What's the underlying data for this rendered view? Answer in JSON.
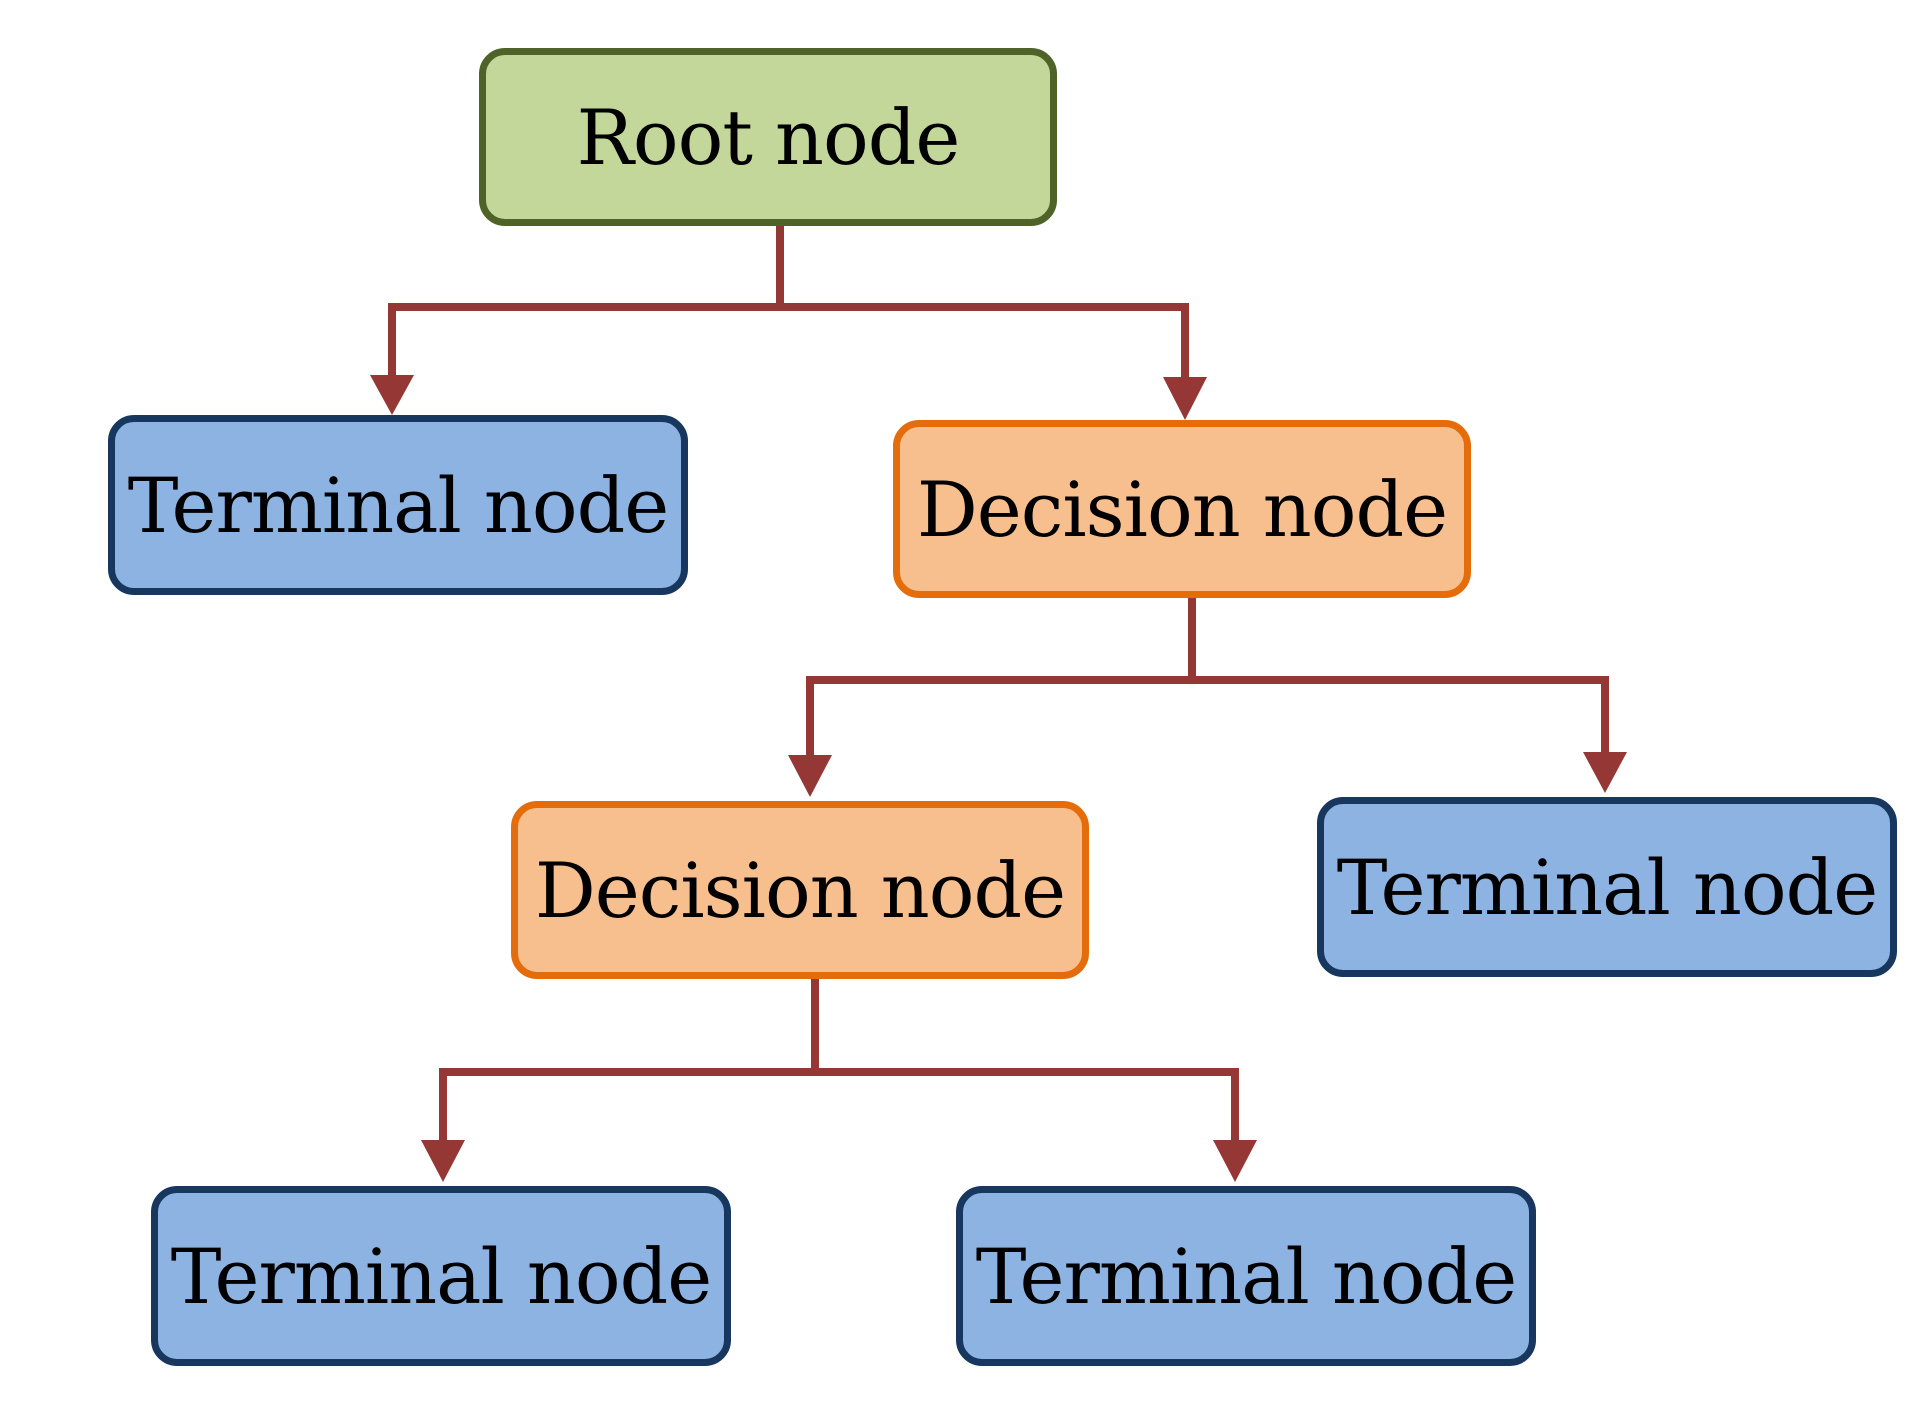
{
  "diagram": {
    "root": {
      "label": "Root node"
    },
    "terminal_1": {
      "label": "Terminal node"
    },
    "decision_1": {
      "label": "Decision node"
    },
    "decision_2": {
      "label": "Decision node"
    },
    "terminal_2": {
      "label": "Terminal node"
    },
    "terminal_3": {
      "label": "Terminal node"
    },
    "terminal_4": {
      "label": "Terminal node"
    },
    "colors": {
      "root_fill": "#c4d79b",
      "root_border": "#4f6228",
      "terminal_fill": "#8db3e2",
      "terminal_border": "#17375e",
      "decision_fill": "#f8bf8e",
      "decision_border": "#e46c0a",
      "connector": "#953735"
    }
  }
}
